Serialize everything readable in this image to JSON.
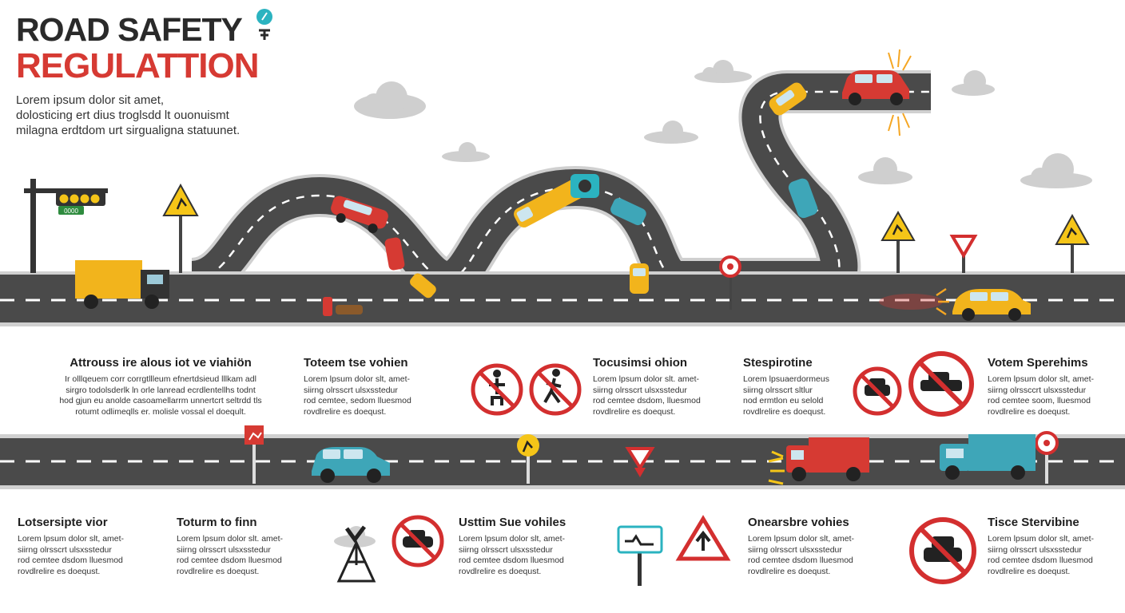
{
  "header": {
    "title_line1": "ROAD SAFETY",
    "title_line2": "REGULATTION",
    "intro_lines": [
      "Lorem ipsum dolor sit amet,",
      "dolosticing ert dius troglsdd lt ouonuismt",
      "milagna erdtdom urt sirgualigna statuunet."
    ]
  },
  "scene": {
    "traffic_light_label": "0000"
  },
  "row1": [
    {
      "title": "Attrouss ire alous iot ve viahiön",
      "lines": [
        "Ir olllqeuem corr corrgtllleum efnertdsieud lllkam adl",
        "sirgro todolsderlk ln orle lanread ecrdlentellhs todnt",
        "hod gjun eu anolde casoamellarrm unnertcrt seltrdd tls",
        "rotumt odlimeqlls er. molisle vossal el doeqult."
      ]
    },
    {
      "title": "Toteem tse vohien",
      "lines": [
        "Lorem lpsum dolor slt, amet-",
        "siirng olrsscrt ulsxsstedur",
        "rod cemtee, sedom lluesmod",
        "rovdlrelire es doequst."
      ]
    },
    {
      "title": "Tocusimsi ohion",
      "lines": [
        "Lorem lpsum dolor slt. amet-",
        "siirng olrsscrt ulsxsstedur",
        "rod cemtee dsdom, lluesmod",
        "rovdlrelire es doequst."
      ]
    },
    {
      "title": "Stespirotine",
      "lines": [
        "Lorem lpsuaerdormeus",
        "siirng olrsscrt sltlur",
        "nod ermtlon eu selold",
        "rovdlrelire es doequst."
      ]
    },
    {
      "title": "Votem Sperehims",
      "lines": [
        "Lorem lpsum dolor slt, amet-",
        "siirng olrssccrt ulsxsstedur",
        "rod cemtee soom, lluesmod",
        "rovdlrelire es doequst."
      ]
    }
  ],
  "row2": [
    {
      "title": "Lotsersipte vior",
      "lines": [
        "Lorem lpsum dolor slt, amet-",
        "siirng olrsscrt ulsxsstedur",
        "rod cemtee dsdom lluesmod",
        "rovdlrelire es doequst."
      ]
    },
    {
      "title": "Toturm to finn",
      "lines": [
        "Lorem lpsum dolor slt. amet-",
        "siirng olrsscrt ulsxsstedur",
        "rod cemtee dsdom lluesmod",
        "rovdlrelire es doequst."
      ]
    },
    {
      "title": "Usttim Sue vohiles",
      "lines": [
        "Lorem lpsum dolor slt, amet-",
        "siirng olrsscrt ulsxsstedur",
        "rod cemtee dsdom lluesmod",
        "rovdlrelire es doequst."
      ]
    },
    {
      "title": "Onearsbre vohies",
      "lines": [
        "Lorem lpsum dolor slt, amet-",
        "siirng olrsscrt ulsxsstedur",
        "rod cemtee dsdom lluesmod",
        "rovdlrelire es doequst."
      ]
    },
    {
      "title": "Tisce Stervibine",
      "lines": [
        "Lorem lpsum dolor slt, amet-",
        "siirng olrsscrt ulsxsstedur",
        "rod cemtee dsdom lluesmod",
        "rovdlrelire es doequst."
      ]
    }
  ],
  "colors": {
    "title_dark": "#2a2a2a",
    "title_red": "#d63a33",
    "road": "#4a4a4a",
    "sign_red": "#d32f2f",
    "sign_yellow": "#f5c518",
    "cloud": "#cfcfcf"
  },
  "icons": [
    "traffic-light-icon",
    "warning-sign-icon",
    "no-pedestrian-icon",
    "no-car-icon",
    "yield-sign-icon",
    "arrow-up-sign-icon",
    "cloud-icon",
    "truck-icon",
    "car-icon"
  ]
}
